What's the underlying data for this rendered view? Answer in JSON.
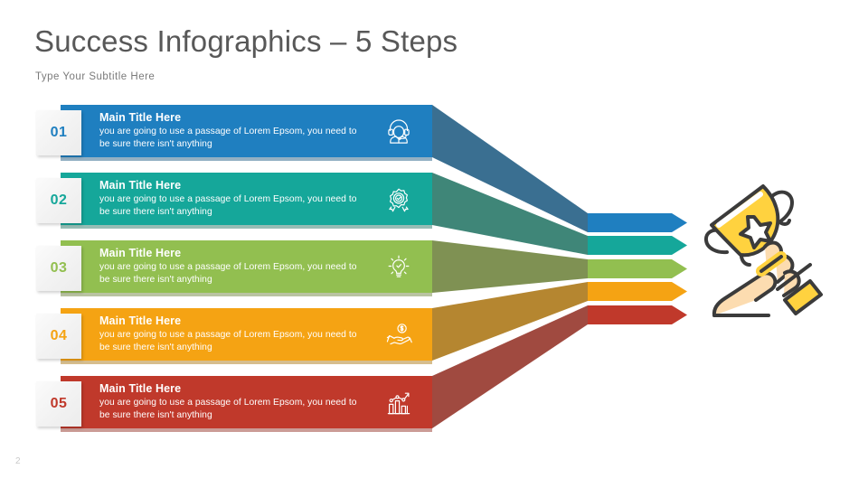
{
  "header": {
    "title": "Success Infographics – 5 Steps",
    "subtitle": "Type Your Subtitle Here",
    "page_number": "2"
  },
  "colors": {
    "step1": "#1f7fc0",
    "step2": "#15a79a",
    "step3": "#92bf50",
    "step4": "#f5a313",
    "step5": "#c0392b",
    "ribbon1": "#3a6f91",
    "ribbon2": "#3f8678",
    "ribbon3": "#7f9153",
    "ribbon4": "#b58630",
    "ribbon5": "#a04a40",
    "number_box": "#f2f2f2",
    "title_text": "#585858",
    "subtitle_text": "#7a7a7a",
    "trophy_gold": "#ffd23f",
    "trophy_outline": "#3b3b3b",
    "trophy_skin": "#fcdcb0"
  },
  "steps": [
    {
      "number": "01",
      "title": "Main Title Here",
      "description": "you are going to use a passage of Lorem  Epsom, you need to be sure there isn't anything",
      "icon": "headset-support-icon",
      "color": "#1f7fc0",
      "ribbon_color": "#3a6f91"
    },
    {
      "number": "02",
      "title": "Main Title Here",
      "description": "you are going to use a passage of Lorem  Epsom, you need to be sure there isn't anything",
      "icon": "gear-check-icon",
      "color": "#15a79a",
      "ribbon_color": "#3f8678"
    },
    {
      "number": "03",
      "title": "Main Title Here",
      "description": "you are going to use a passage of Lorem  Epsom, you need to be sure there isn't anything",
      "icon": "lightbulb-check-icon",
      "color": "#92bf50",
      "ribbon_color": "#7f9153"
    },
    {
      "number": "04",
      "title": "Main Title Here",
      "description": "you are going to use a passage of Lorem  Epsom, you need to be sure there isn't anything",
      "icon": "handshake-money-icon",
      "color": "#f5a313",
      "ribbon_color": "#b58630"
    },
    {
      "number": "05",
      "title": "Main Title Here",
      "description": "you are going to use a passage of Lorem  Epsom, you need to be sure there isn't anything",
      "icon": "growth-chart-icon",
      "color": "#c0392b",
      "ribbon_color": "#a04a40"
    }
  ],
  "result": {
    "icon": "trophy-in-hand-icon",
    "arrow_count": 5
  }
}
